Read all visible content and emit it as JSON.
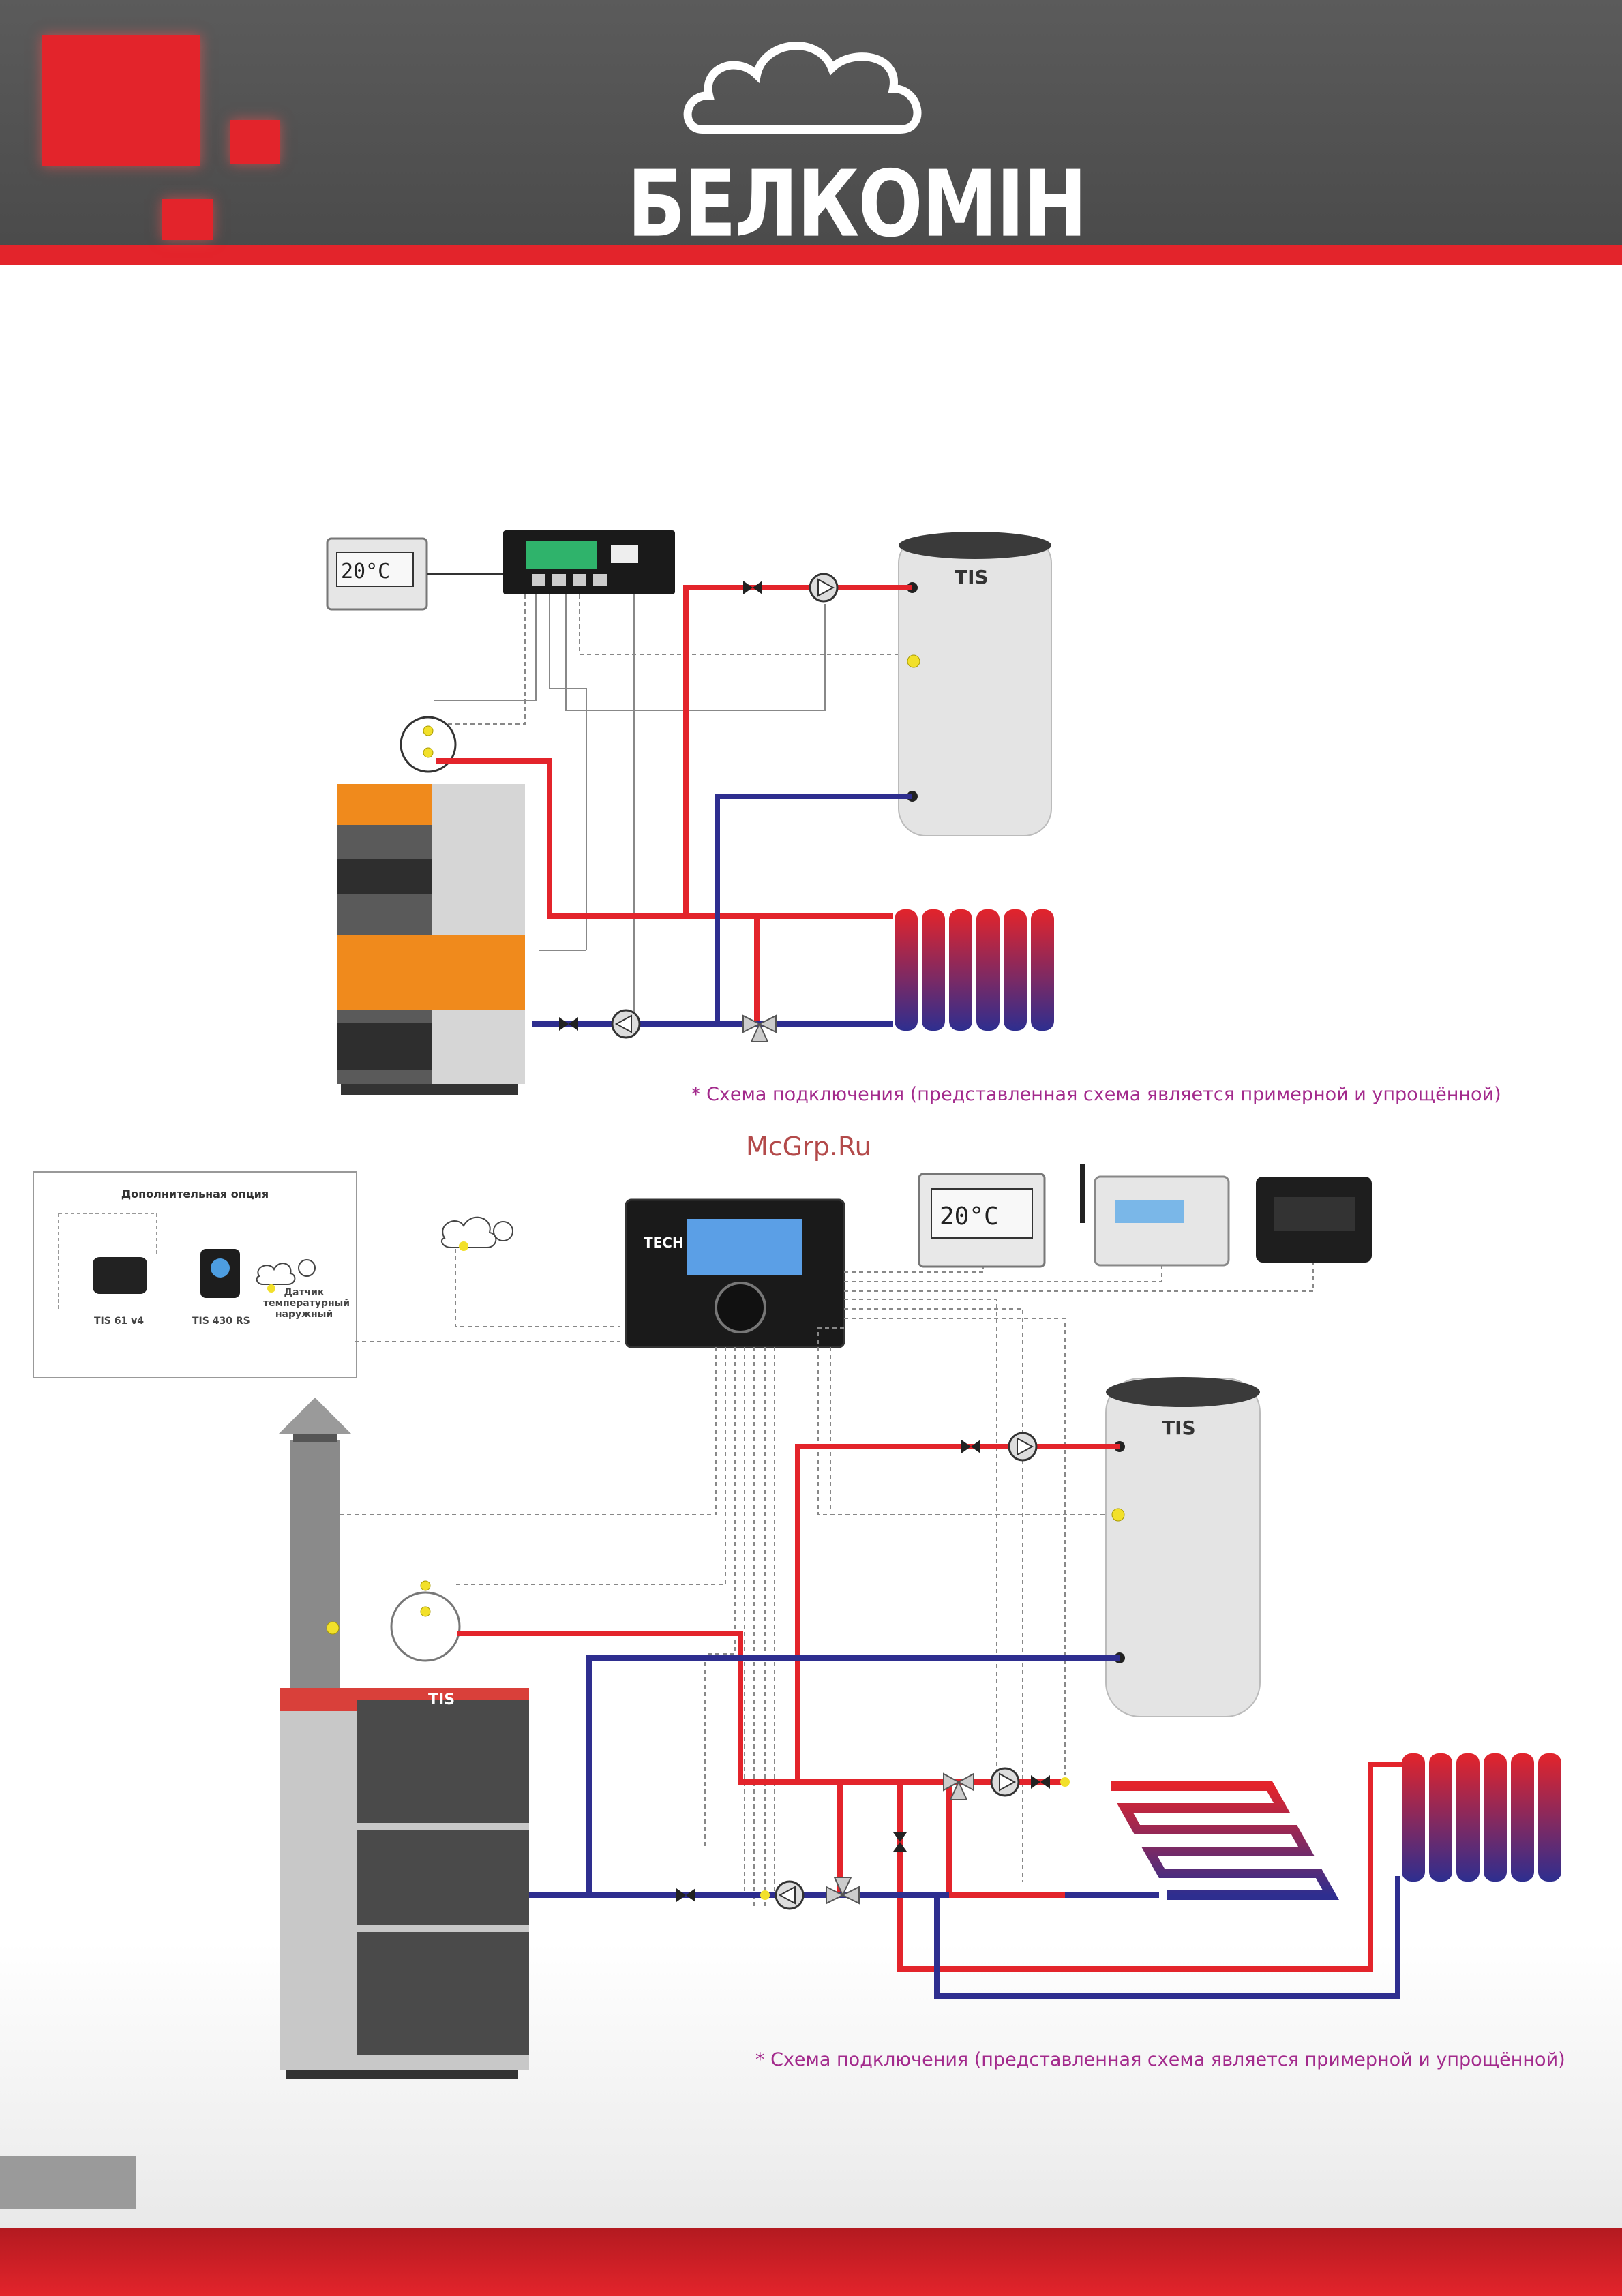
{
  "brand": {
    "logo_text": "БЕЛКОМІН"
  },
  "watermark": "McGrp.Ru",
  "diagram_note_1": "* Схема подключения (представленная схема является примерной и упрощённой)",
  "diagram_note_2": "* Схема подключения (представленная схема является примерной и упрощённой)",
  "option_box": {
    "title": "Дополнительная опция",
    "items": [
      {
        "label": "TIS 61 v4"
      },
      {
        "label": "TIS 430 RS"
      },
      {
        "label": "Датчик температурный наружный"
      }
    ]
  },
  "tank_brand": "TIS",
  "boiler_brand": "TIS",
  "controller_brand": "TECH",
  "thermostat_display": "20°C",
  "colors": {
    "supply": "#e3242b",
    "return": "#2e2e8f",
    "sensor": "#f2e02a",
    "accent": "#e3242b"
  }
}
